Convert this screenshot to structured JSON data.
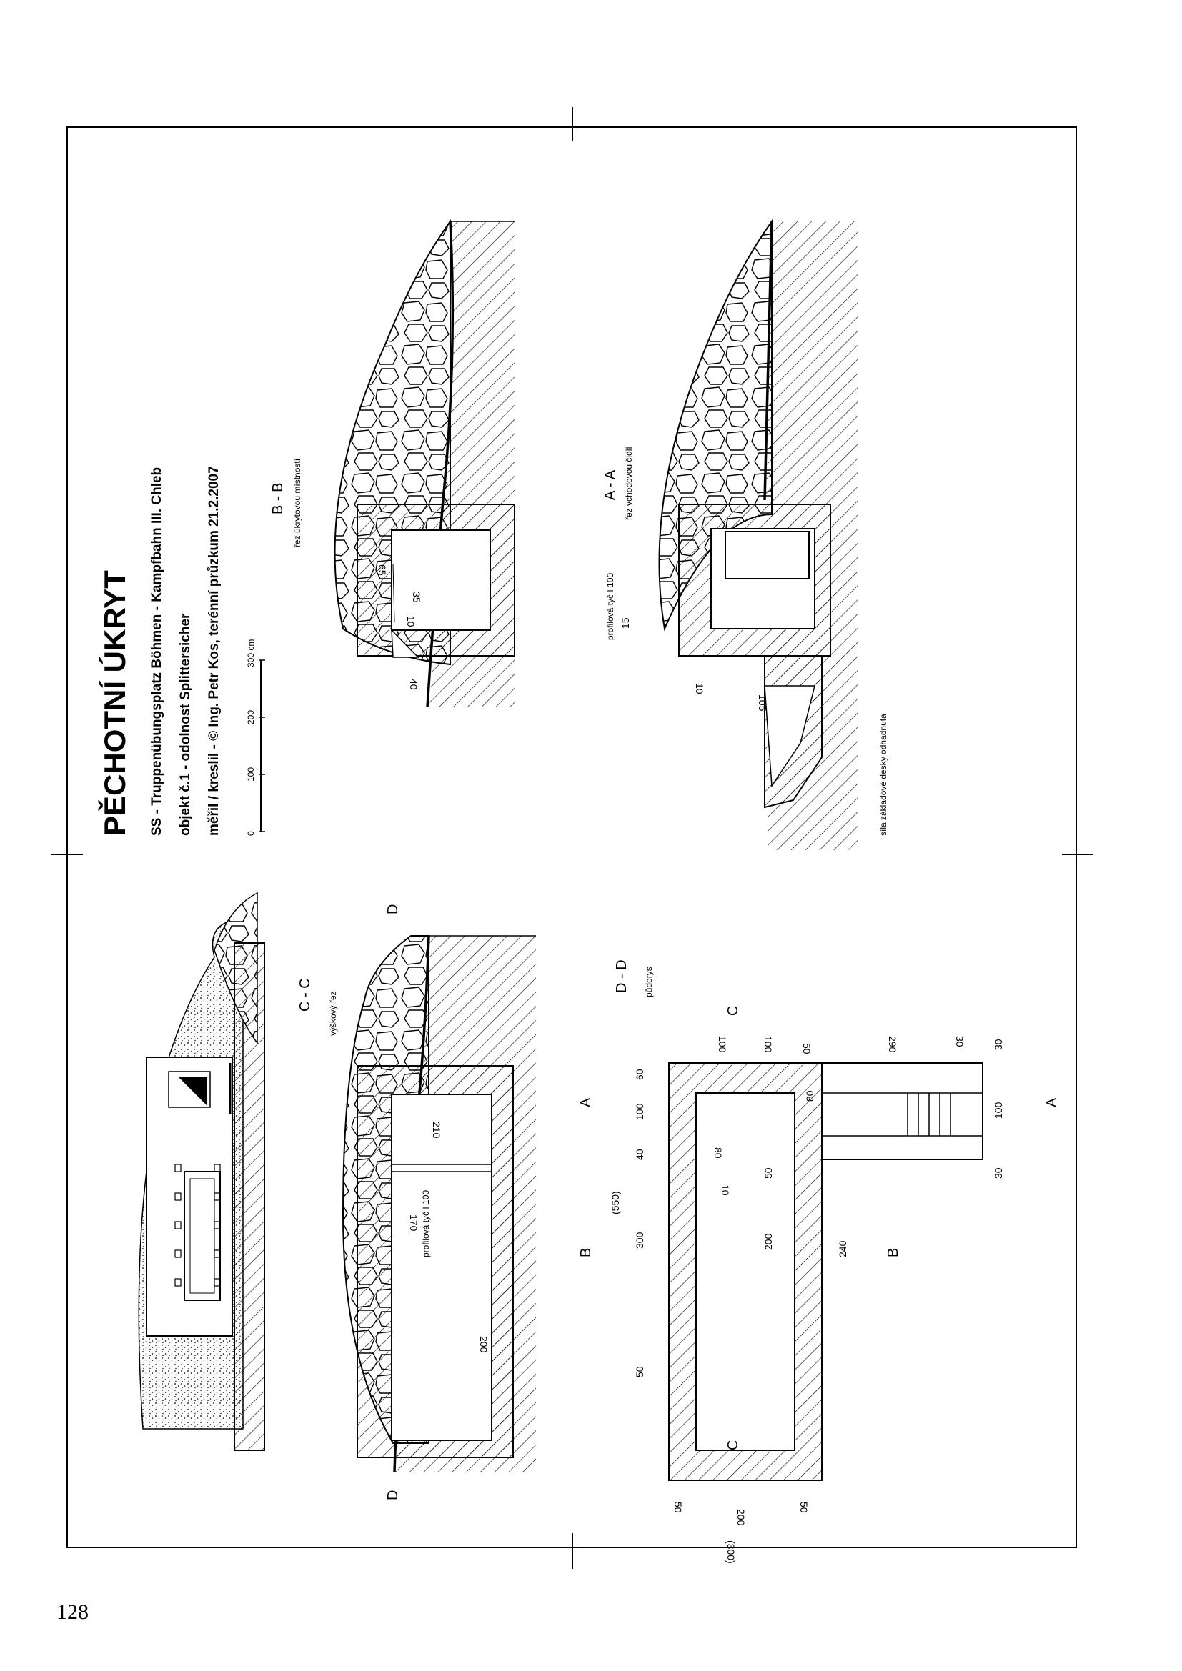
{
  "title_block": {
    "title": "PĚCHOTNÍ ÚKRYT",
    "line1": "SS - Truppenübungsplatz Böhmen - Kampfbahn III. Chleb",
    "line2": "objekt č.1 - odolnost Splittersicher",
    "line3": "měřil / kreslil - © Ing. Petr Kos, terénní průzkum 21.2.2007",
    "scale_ticks": [
      "0",
      "100",
      "200",
      "300 cm"
    ]
  },
  "section_bb": {
    "label": "B  -  B",
    "caption": "řez úkrytovou místností",
    "dims": [
      "65",
      "35",
      "10",
      "40"
    ]
  },
  "section_aa": {
    "label": "A  -  A",
    "caption": "řez vchodovou čidlí",
    "dims": [
      "15",
      "10",
      "105"
    ],
    "notes": [
      "profilová tyč I 100",
      "síla základové desky odhadnuta"
    ]
  },
  "section_cc": {
    "label": "C  -  C",
    "caption": "výškový řez",
    "dims": [
      "210",
      "170",
      "200"
    ],
    "notes": [
      "profilová tyč I 100"
    ]
  },
  "section_dd": {
    "label": "D  -  D",
    "caption": "půdorys",
    "dims_top": [
      "100",
      "100",
      "50",
      "290",
      "30"
    ],
    "dims_left": [
      "60",
      "100",
      "40",
      "300",
      "50",
      "(550)"
    ],
    "dims_right": [
      "30",
      "100",
      "30"
    ],
    "dims_bottom": [
      "50",
      "200",
      "50",
      "(300)"
    ],
    "dims_inner": [
      "80",
      "80",
      "10",
      "50",
      "200",
      "240"
    ]
  },
  "section_markers": [
    "A",
    "A",
    "B",
    "B",
    "C",
    "C",
    "D",
    "D"
  ],
  "page_number": "128"
}
